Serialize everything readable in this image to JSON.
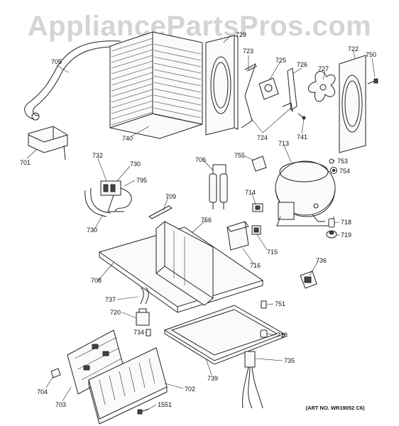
{
  "watermark": "AppliancePartsPros.com",
  "art_number": "(ART NO. WR19052 C6)",
  "callouts": [
    {
      "id": "705",
      "label": "705"
    },
    {
      "id": "729",
      "label": "729"
    },
    {
      "id": "723",
      "label": "723"
    },
    {
      "id": "725",
      "label": "725"
    },
    {
      "id": "726",
      "label": "726"
    },
    {
      "id": "727",
      "label": "727"
    },
    {
      "id": "722",
      "label": "722"
    },
    {
      "id": "750",
      "label": "750"
    },
    {
      "id": "740",
      "label": "740"
    },
    {
      "id": "724",
      "label": "724"
    },
    {
      "id": "741",
      "label": "741"
    },
    {
      "id": "701",
      "label": "701"
    },
    {
      "id": "713",
      "label": "713"
    },
    {
      "id": "753",
      "label": "753"
    },
    {
      "id": "754",
      "label": "754"
    },
    {
      "id": "732",
      "label": "732"
    },
    {
      "id": "730a",
      "label": "730"
    },
    {
      "id": "795",
      "label": "795"
    },
    {
      "id": "706",
      "label": "706"
    },
    {
      "id": "755",
      "label": "755"
    },
    {
      "id": "714",
      "label": "714"
    },
    {
      "id": "709",
      "label": "709"
    },
    {
      "id": "730b",
      "label": "730"
    },
    {
      "id": "756",
      "label": "756"
    },
    {
      "id": "718a",
      "label": "718"
    },
    {
      "id": "719",
      "label": "719"
    },
    {
      "id": "715",
      "label": "715"
    },
    {
      "id": "716",
      "label": "716"
    },
    {
      "id": "708",
      "label": "708"
    },
    {
      "id": "736",
      "label": "736"
    },
    {
      "id": "737",
      "label": "737"
    },
    {
      "id": "751",
      "label": "751"
    },
    {
      "id": "720",
      "label": "720"
    },
    {
      "id": "734",
      "label": "734"
    },
    {
      "id": "718b",
      "label": "718"
    },
    {
      "id": "735",
      "label": "735"
    },
    {
      "id": "739",
      "label": "739"
    },
    {
      "id": "704",
      "label": "704"
    },
    {
      "id": "702",
      "label": "702"
    },
    {
      "id": "703",
      "label": "703"
    },
    {
      "id": "1551",
      "label": "1551"
    }
  ]
}
